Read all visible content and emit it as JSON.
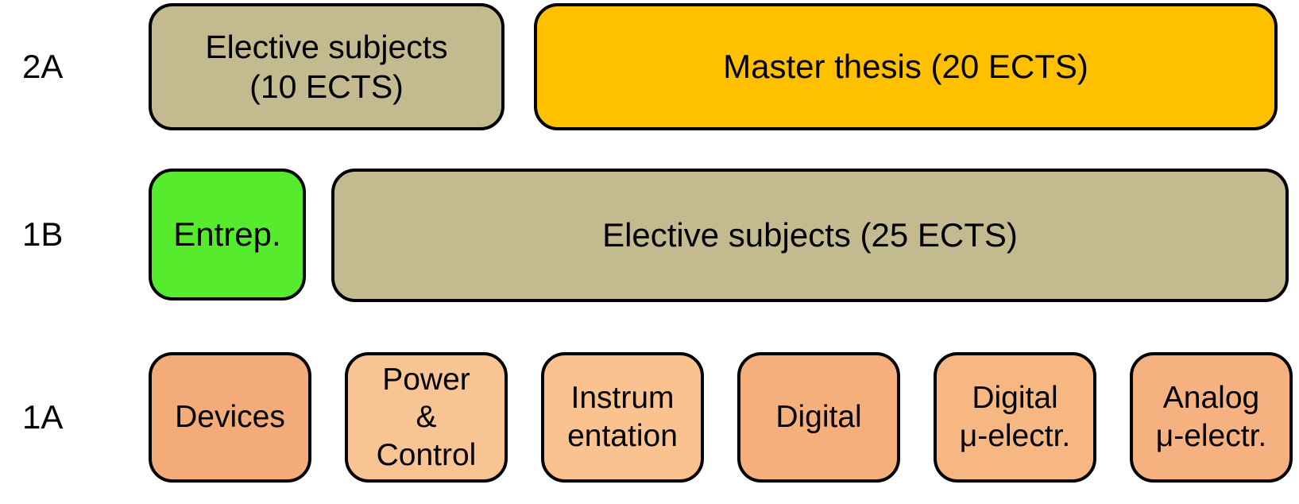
{
  "figure": {
    "background": "#FFFFFF",
    "border_color": "#000000",
    "text_color": "#000000"
  },
  "rows": [
    {
      "label": "2A",
      "boxes": [
        {
          "name": "elective-subjects-10",
          "lines": [
            "Elective subjects",
            "(10 ECTS)"
          ],
          "fill": "#C3BA90"
        },
        {
          "name": "master-thesis",
          "lines": [
            "Master thesis (20 ECTS)"
          ],
          "fill": "#FFC000"
        }
      ]
    },
    {
      "label": "1B",
      "boxes": [
        {
          "name": "entrepreneurship",
          "lines": [
            "Entrep."
          ],
          "fill": "#57EB2D"
        },
        {
          "name": "elective-subjects-25",
          "lines": [
            "Elective subjects (25 ECTS)"
          ],
          "fill": "#C3BA90"
        }
      ]
    },
    {
      "label": "1A",
      "boxes": [
        {
          "name": "devices",
          "lines": [
            "Devices"
          ],
          "fill": "#F3AC79"
        },
        {
          "name": "power-and-control",
          "lines": [
            "Power",
            "&",
            "Control"
          ],
          "fill": "#F9C493"
        },
        {
          "name": "instrumentation",
          "lines": [
            "Instrum",
            "entation"
          ],
          "fill": "#F9C28E"
        },
        {
          "name": "digital",
          "lines": [
            "Digital"
          ],
          "fill": "#F4AF7C"
        },
        {
          "name": "digital-microelectronics",
          "lines": [
            "Digital",
            "μ-electr."
          ],
          "fill": "#F6B783"
        },
        {
          "name": "analog-microelectronics",
          "lines": [
            "Analog",
            "μ-electr."
          ],
          "fill": "#F5B180"
        }
      ]
    }
  ]
}
